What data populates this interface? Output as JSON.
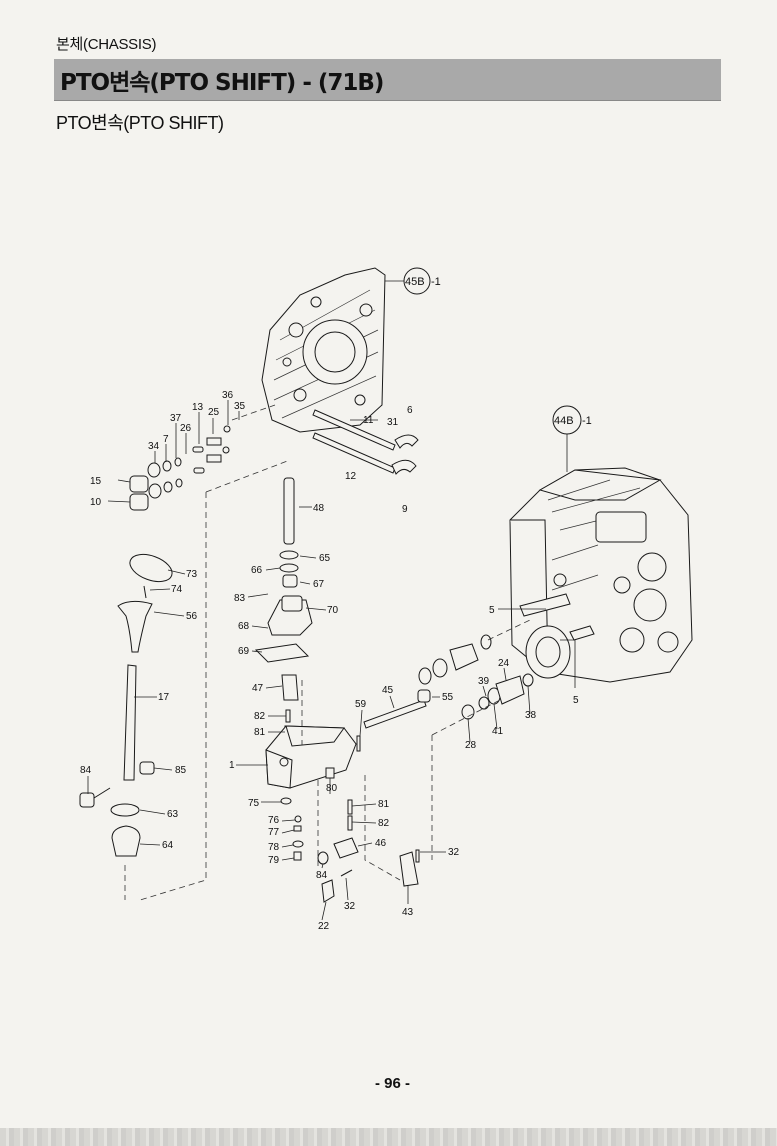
{
  "header": {
    "section": "본체(CHASSIS)",
    "title": "PTO변속(PTO SHIFT) - (71B)",
    "subtitle": "PTO변속(PTO SHIFT)"
  },
  "diagram": {
    "references": {
      "housing_upper": {
        "code": "45B",
        "suffix": "-1"
      },
      "housing_lower": {
        "code": "44B",
        "suffix": "-1"
      }
    },
    "callouts": {
      "c36": "36",
      "c35": "35",
      "c13": "13",
      "c25": "25",
      "c37": "37",
      "c26": "26",
      "c7": "7",
      "c34": "34",
      "c15": "15",
      "c10": "10",
      "c11": "11",
      "c31": "31",
      "c6": "6",
      "c12": "12",
      "c9": "9",
      "c48": "48",
      "c65": "65",
      "c66": "66",
      "c67": "67",
      "c73": "73",
      "c74": "74",
      "c56": "56",
      "c83": "83",
      "c70": "70",
      "c68": "68",
      "c69": "69",
      "c17": "17",
      "c47": "47",
      "c82a": "82",
      "c81a": "81",
      "c1": "1",
      "c59": "59",
      "c45": "45",
      "c55": "55",
      "c5a": "5",
      "c5b": "5",
      "c24": "24",
      "c39": "39",
      "c38": "38",
      "c41": "41",
      "c28": "28",
      "c84a": "84",
      "c85": "85",
      "c80": "80",
      "c75": "75",
      "c63": "63",
      "c81b": "81",
      "c76": "76",
      "c82b": "82",
      "c77": "77",
      "c46": "46",
      "c78": "78",
      "c79": "79",
      "c32a": "32",
      "c64": "64",
      "c84b": "84",
      "c32b": "32",
      "c43": "43",
      "c22": "22"
    }
  },
  "footer": {
    "page": "- 96 -"
  }
}
